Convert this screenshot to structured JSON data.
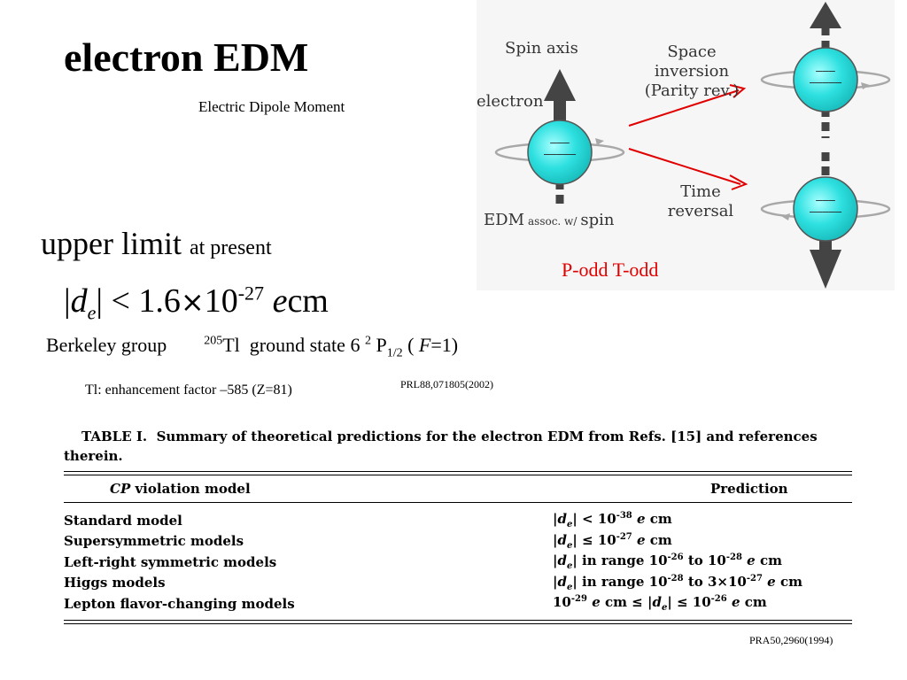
{
  "title": "electron EDM",
  "subtitle": "Electric Dipole Moment",
  "upper_limit": {
    "main": "upper limit",
    "small": "at present"
  },
  "formula": {
    "bar_open": "|",
    "d": "d",
    "sub": "e",
    "bar_close": "|",
    "lt": "<",
    "mantissa": "1.6",
    "times": "×",
    "base": "10",
    "exp": "-27",
    "e": "e",
    "unit": "cm"
  },
  "berkeley": {
    "group": "Berkeley group",
    "mass": "205",
    "element": "Tl",
    "state": "ground state 6",
    "level_sup": "2",
    "P": "P",
    "P_sub": "1/2",
    "paren_open": "(",
    "F": "F",
    "F_val": "=1)"
  },
  "enhancement": "Tl: enhancement factor –585   (Z=81)",
  "ref_prl": "PRL88,071805(2002)",
  "ref_pra": "PRA50,2960(1994)",
  "podd": "P-odd T-odd",
  "diagram": {
    "spin_axis": "Spin axis",
    "electron": "electron",
    "edm_main": "EDM",
    "edm_small": "assoc. w/",
    "edm_spin": "spin",
    "space1": "Space",
    "space2": "inversion",
    "space3": "(Parity rev.)",
    "time1": "Time",
    "time2": "reversal",
    "colors": {
      "sphere": "#2ee0e0",
      "arrow": "#444444",
      "red": "#e00000",
      "orbit": "#a8a8a8"
    }
  },
  "table": {
    "caption_label": "TABLE I.",
    "caption_text": "Summary of theoretical predictions for the electron EDM from Refs. [15] and references therein.",
    "head_cp": "CP",
    "head_model": "violation model",
    "head_prediction": "Prediction",
    "rows": [
      {
        "model": "Standard model",
        "prediction": "|de| < 10^-38 e cm"
      },
      {
        "model": "Supersymmetric models",
        "prediction": "|de| ≤ 10^-27 e cm"
      },
      {
        "model": "Left-right symmetric models",
        "prediction": "|de| in range 10^-26 to 10^-28 e cm"
      },
      {
        "model": "Higgs models",
        "prediction": "|de| in range 10^-28 to 3×10^-27 e cm"
      },
      {
        "model": "Lepton flavor-changing models",
        "prediction": "10^-29 e cm ≤ |de| ≤ 10^-26 e cm"
      }
    ]
  }
}
